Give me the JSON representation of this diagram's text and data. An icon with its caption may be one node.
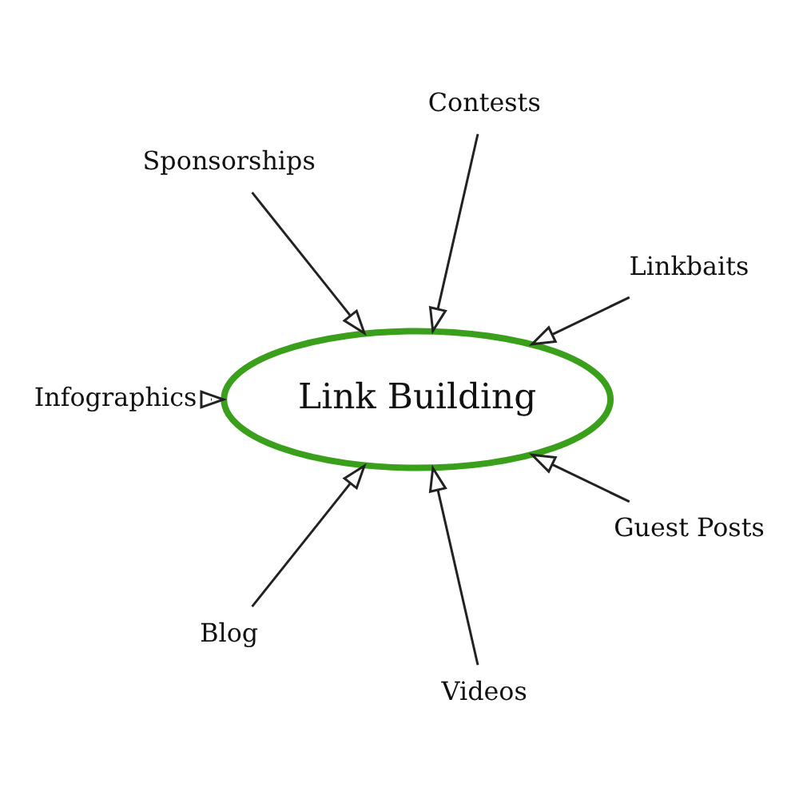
{
  "diagram": {
    "nodes": [
      {
        "text": [
          "Link Building"
        ]
      },
      {
        "text": [
          "Linkbaits"
        ]
      },
      {
        "text": [
          "Contests"
        ]
      },
      {
        "text": [
          "Sponsorships"
        ]
      },
      {
        "text": [
          "Infographics"
        ]
      },
      {
        "text": [
          "Blog"
        ]
      },
      {
        "text": [
          "Videos"
        ]
      },
      {
        "text": [
          "Guest Posts"
        ]
      }
    ],
    "edges": [
      {
        "from": 1,
        "to": 0,
        "arrow": "to"
      },
      {
        "from": 2,
        "to": 0,
        "arrow": "to"
      },
      {
        "from": 3,
        "to": 0,
        "arrow": "to"
      },
      {
        "from": 4,
        "to": 0,
        "arrow": "to"
      },
      {
        "from": 5,
        "to": 0,
        "arrow": "to"
      },
      {
        "from": 6,
        "to": 0,
        "arrow": "to"
      },
      {
        "from": 7,
        "to": 0,
        "arrow": "to"
      }
    ]
  }
}
